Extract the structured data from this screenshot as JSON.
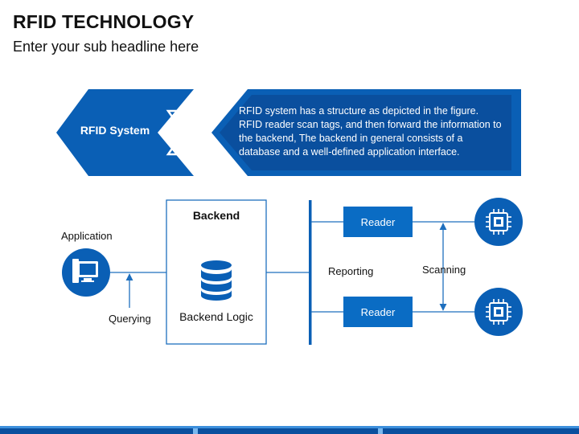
{
  "header": {
    "title": "RFID TECHNOLOGY",
    "subtitle": "Enter your sub headline here"
  },
  "banner": {
    "label": "RFID System",
    "description": "RFID system has a structure as depicted in the figure. RFID reader scan tags, and then forward the information to the backend, The backend in general consists of a database and a well-defined application interface."
  },
  "diagram": {
    "application_label": "Application",
    "querying_label": "Querying",
    "backend_title": "Backend",
    "backend_logic_label": "Backend Logic",
    "reporting_label": "Reporting",
    "scanning_label": "Scanning",
    "readers": [
      "Reader",
      "Reader"
    ]
  },
  "colors": {
    "primary": "#0a6cc4",
    "dark": "#0a4f9e",
    "line": "#1e6fbe"
  },
  "icons": {
    "application": "desktop-computer-icon",
    "backend": "database-icon",
    "tag": "chip-icon"
  }
}
